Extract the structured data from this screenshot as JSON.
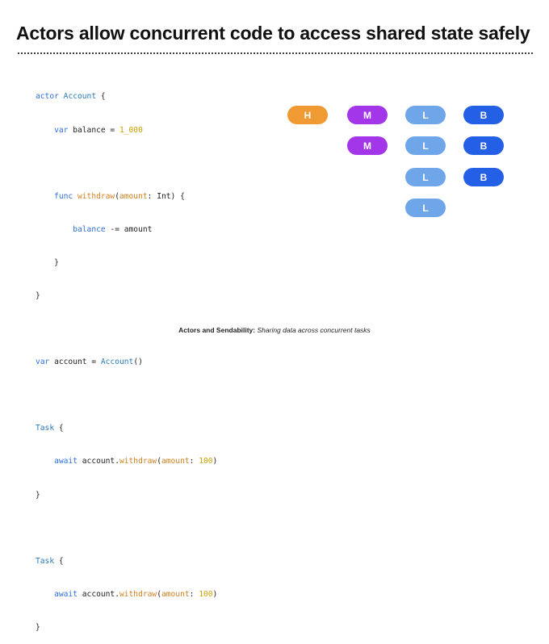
{
  "title": "Actors allow concurrent code to access shared state safely",
  "code": {
    "l1": {
      "kw": "actor",
      "type": "Account",
      "rest": " {"
    },
    "l2": {
      "indent": "    ",
      "kw": "var",
      "name": " balance = ",
      "num": "1_000"
    },
    "l4": {
      "indent": "    ",
      "kw": "func",
      "fn": " withdraw",
      "open": "(",
      "param": "amount",
      "sig": ": Int) {"
    },
    "l5": {
      "indent": "        ",
      "kw": "balance",
      "rest": " -= amount"
    },
    "l6": "    }",
    "l7": "}",
    "l9": {
      "kw": "var",
      "mid": " account = ",
      "type": "Account",
      "rest": "()"
    },
    "task_kw": "Task",
    "task_open": " {",
    "await_kw": "await",
    "call_prefix": " account.",
    "call_fn": "withdraw",
    "call_open": "(",
    "call_param": "amount",
    "call_colon": ": ",
    "call_num": "100",
    "call_close": ")",
    "close": "}"
  },
  "pills": {
    "h1": "H",
    "m1": "M",
    "m2": "M",
    "l1": "L",
    "l2": "L",
    "l3": "L",
    "l4": "L",
    "b1": "B",
    "b2": "B",
    "b3": "B"
  },
  "colors": {
    "high": "#f09a34",
    "medium": "#a236e8",
    "low": "#6fa6ea",
    "background": "#2460e6"
  },
  "caption": {
    "bold": "Actors and Sendability:",
    "italic": "Sharing data across concurrent tasks"
  }
}
